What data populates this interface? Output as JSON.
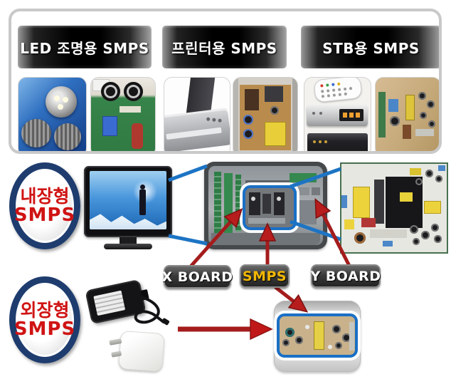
{
  "panel": {
    "banners": [
      {
        "label": "LED 조명용 SMPS"
      },
      {
        "label": "프린터용 SMPS"
      },
      {
        "label": "STB용 SMPS"
      }
    ],
    "photos": [
      {
        "icon": "led-bulbs-photo"
      },
      {
        "icon": "led-driver-board-photo"
      },
      {
        "icon": "printer-photo"
      },
      {
        "icon": "printer-smps-board-photo"
      },
      {
        "icon": "stb-with-remote-photo"
      },
      {
        "icon": "stb-smps-board-photo"
      }
    ]
  },
  "internal_badge": {
    "line1": "내장형",
    "line2": "SMPS"
  },
  "external_badge": {
    "line1": "외장형",
    "line2": "SMPS"
  },
  "board_labels": {
    "x_board": "X BOARD",
    "smps": "SMPS",
    "y_board": "Y BOARD"
  },
  "colors": {
    "badge_ring_navy": "#1e3c6e",
    "badge_text_red": "#d01313",
    "pill_bg_dark": "#3a3a3a",
    "pill_text_white": "#ffffff",
    "pill_text_gold": "#f2b705",
    "arrow_red": "#b01c1c",
    "connector_blue": "#1d74c4",
    "highlight_box_blue": "#1a6fc5",
    "banner_text_white": "#ffffff"
  }
}
